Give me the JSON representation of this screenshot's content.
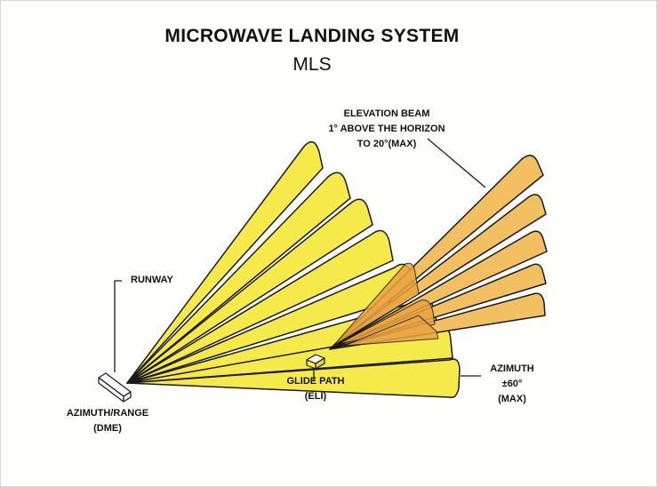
{
  "header": {
    "title": "MICROWAVE LANDING SYSTEM",
    "subtitle": "MLS"
  },
  "labels": {
    "elevation_beam": [
      "ELEVATION BEAM",
      "1° ABOVE THE HORIZON",
      "TO 20°(MAX)"
    ],
    "runway": "RUNWAY",
    "azimuth_range": [
      "AZIMUTH/RANGE",
      "(DME)"
    ],
    "glide_path": [
      "GLIDE PATH",
      "(ELI)"
    ],
    "azimuth": [
      "AZIMUTH",
      "±60°",
      "(MAX)"
    ]
  },
  "colors": {
    "azimuth_beam": "#f6ea4a",
    "elevation_beam": "#f2c060",
    "elevation_overlap": "#e9a33e",
    "outline": "#1a1a1a"
  }
}
